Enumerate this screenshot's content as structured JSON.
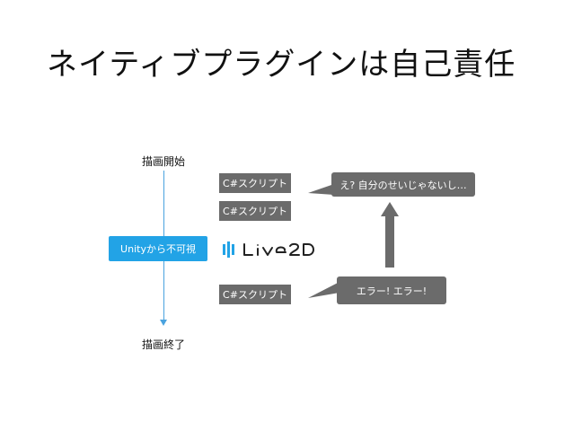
{
  "title": "ネイティブプラグインは自己責任",
  "timeline": {
    "start_label": "描画開始",
    "end_label": "描画終了",
    "unity_box": "Unityから不可視"
  },
  "scripts": [
    "C#スクリプト",
    "C#スクリプト",
    "C#スクリプト"
  ],
  "logo": {
    "name": "Live2D",
    "text": "Live2D"
  },
  "bubbles": {
    "top": "え? 自分のせいじゃないし…",
    "bottom": "エラー! エラー!"
  },
  "colors": {
    "accent": "#22a3e6",
    "timeline": "#4aa3df",
    "box": "#6b6b6b"
  }
}
